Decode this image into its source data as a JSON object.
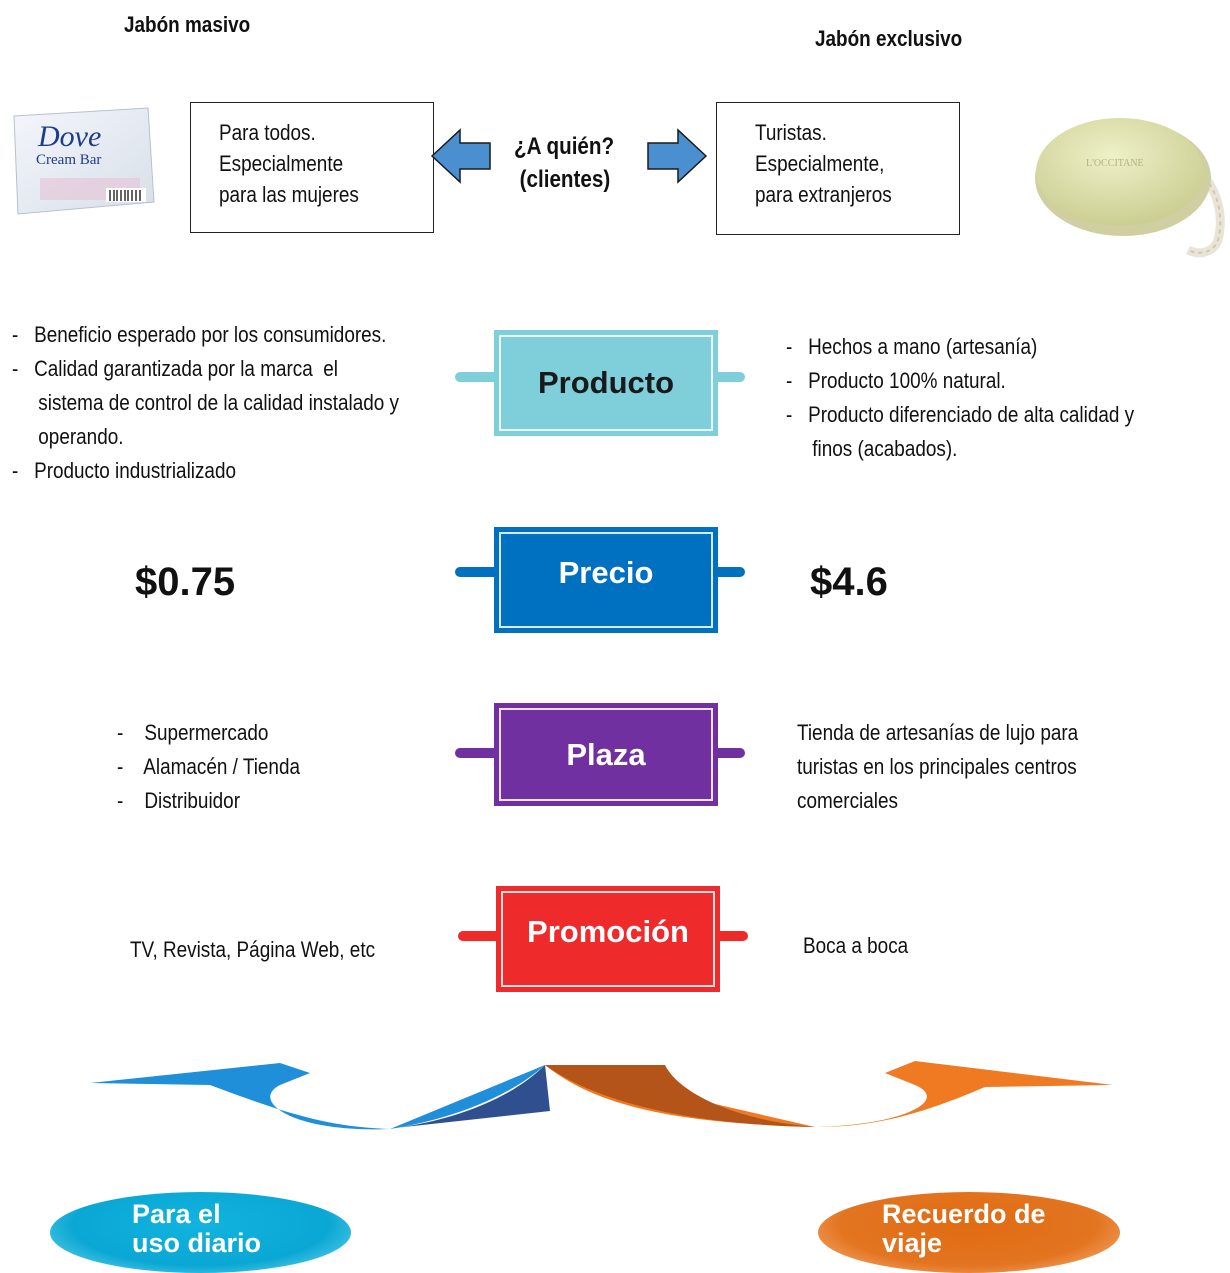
{
  "left_title": "Jabón masivo",
  "right_title": "Jabón exclusivo",
  "left_image": {
    "brand": "Dove",
    "subtitle": "Cream Bar"
  },
  "right_image": {
    "brand": "L'OCCITANE"
  },
  "who_box_left": [
    "Para todos.",
    "Especialmente",
    "para las mujeres"
  ],
  "question": [
    "¿A quién?",
    "(clientes)"
  ],
  "who_box_right": [
    "Turistas.",
    "Especialmente,",
    "para extranjeros"
  ],
  "producto": {
    "label": "Producto",
    "color": "#7fcfdb",
    "left_lines": [
      "-   Beneficio esperado por los consumidores.",
      "-   Calidad garantizada por la marca  el",
      "     sistema de control de la calidad instalado y",
      "     operando.",
      "-   Producto industrializado"
    ],
    "right_lines": [
      "-   Hechos a mano (artesanía)",
      "-   Producto 100% natural.",
      "-   Producto diferenciado de alta calidad y",
      "     finos (acabados)."
    ]
  },
  "precio": {
    "label": "Precio",
    "color": "#0070c0",
    "left_value": "$0.75",
    "right_value": "$4.6"
  },
  "plaza": {
    "label": "Plaza",
    "color": "#7030a0",
    "left_lines": [
      "-    Supermercado",
      "-    Alamacén / Tienda",
      "-    Distribuidor"
    ],
    "right_lines": [
      "Tienda de artesanías de lujo para",
      "turistas en los principales centros",
      "comerciales"
    ]
  },
  "promocion": {
    "label": "Promoción",
    "color": "#ee2a2a",
    "left_text": "TV, Revista, Página Web, etc",
    "right_text": "Boca a boca"
  },
  "bottom_left": {
    "lines": [
      "Para el",
      "uso diario"
    ],
    "color": "#1ab0d8"
  },
  "bottom_right": {
    "lines": [
      "Recuerdo de",
      "viaje"
    ],
    "color": "#e0701e"
  },
  "arrow_colors": {
    "left": "#1e8fd8",
    "left_dark": "#2f4f8f",
    "right_dark": "#b55418",
    "right": "#f07a22"
  }
}
